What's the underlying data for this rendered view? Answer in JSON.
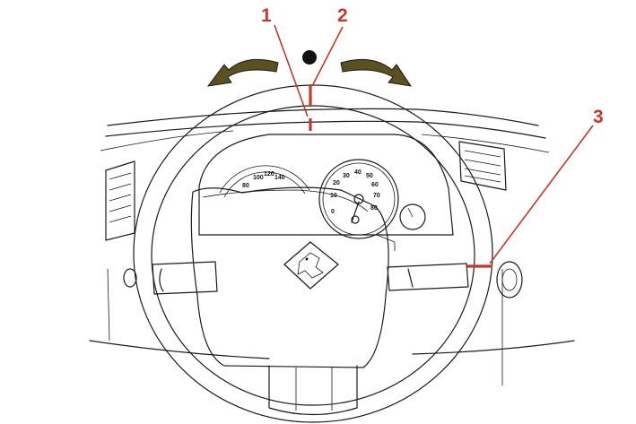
{
  "callouts": [
    {
      "id": "1",
      "label": "1"
    },
    {
      "id": "2",
      "label": "2"
    },
    {
      "id": "3",
      "label": "3"
    }
  ],
  "speedometer": {
    "ticks": [
      "80",
      "100",
      "120",
      "140"
    ]
  },
  "tachometer": {
    "ticks": [
      "0",
      "10",
      "20",
      "30",
      "40",
      "50",
      "60",
      "70",
      "80"
    ]
  },
  "colors": {
    "callout": "#c0392b",
    "line": "#1a1a1a",
    "arrow": "#5a5020"
  },
  "icons": [
    "rotate-left-arrow-icon",
    "rotate-right-arrow-icon",
    "center-dot-icon",
    "peugeot-lion-icon"
  ]
}
